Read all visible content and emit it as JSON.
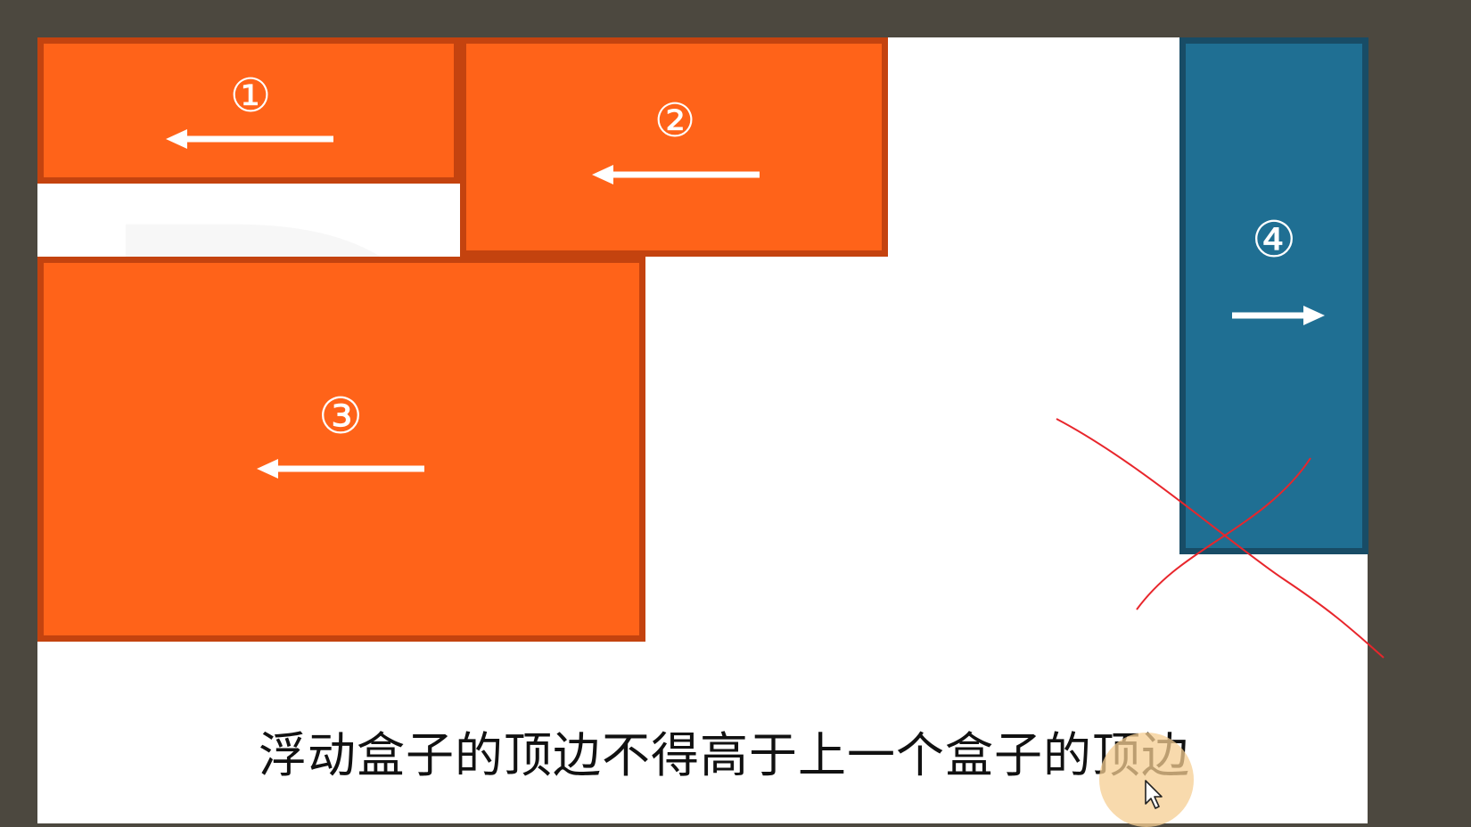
{
  "boxes": {
    "box1": {
      "label": "①",
      "direction": "left"
    },
    "box2": {
      "label": "②",
      "direction": "left"
    },
    "box3": {
      "label": "③",
      "direction": "left"
    },
    "box4": {
      "label": "④",
      "direction": "right"
    }
  },
  "caption": "浮动盒子的顶边不得高于上一个盒子的顶边",
  "colors": {
    "float_left_box": "#ff6319",
    "float_left_border": "#c4430f",
    "float_right_box": "#1f6f93",
    "float_right_border": "#184c66",
    "cross_mark": "#e8262c"
  },
  "icons": {
    "left_arrow": "arrow-left-icon",
    "right_arrow": "arrow-right-icon",
    "cross_mark": "cross-mark-icon",
    "cursor": "mouse-pointer-icon"
  }
}
